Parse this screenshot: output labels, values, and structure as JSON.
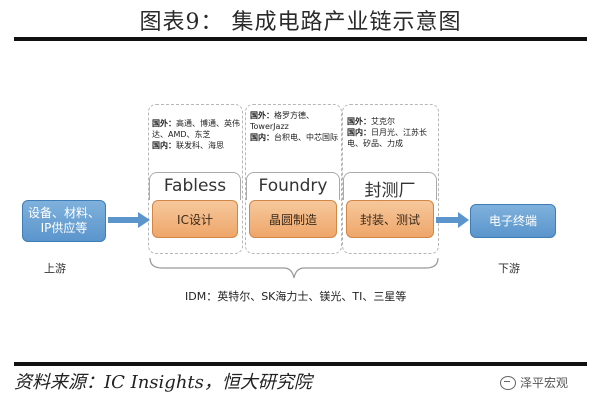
{
  "title": "图表9：  集成电路产业链示意图",
  "upstream": {
    "line1": "设备、材料、",
    "line2": "IP供应等",
    "caption": "上游"
  },
  "downstream": {
    "label": "电子终端",
    "caption": "下游"
  },
  "segments": [
    {
      "category": "Fabless",
      "process": "IC设计",
      "notes": [
        {
          "tag": "国外：",
          "text": "高通、博通、英伟达、AMD、东芝"
        },
        {
          "tag": "国内：",
          "text": "联发科、海思"
        }
      ]
    },
    {
      "category": "Foundry",
      "process": "晶圆制造",
      "notes": [
        {
          "tag": "国外：",
          "text": "格罗方德、TowerJazz"
        },
        {
          "tag": "国内：",
          "text": "台积电、中芯国际"
        }
      ]
    },
    {
      "category": "封测厂",
      "process": "封装、测试",
      "notes": [
        {
          "tag": "国外：",
          "text": "艾克尔"
        },
        {
          "tag": "国内：",
          "text": "日月光、江苏长电、矽品、力成"
        }
      ]
    }
  ],
  "idm": "IDM：英特尔、SK海力士、镁光、TI、三星等",
  "source": "资料来源：IC Insights，恒大研究院",
  "watermark": "泽平宏观"
}
